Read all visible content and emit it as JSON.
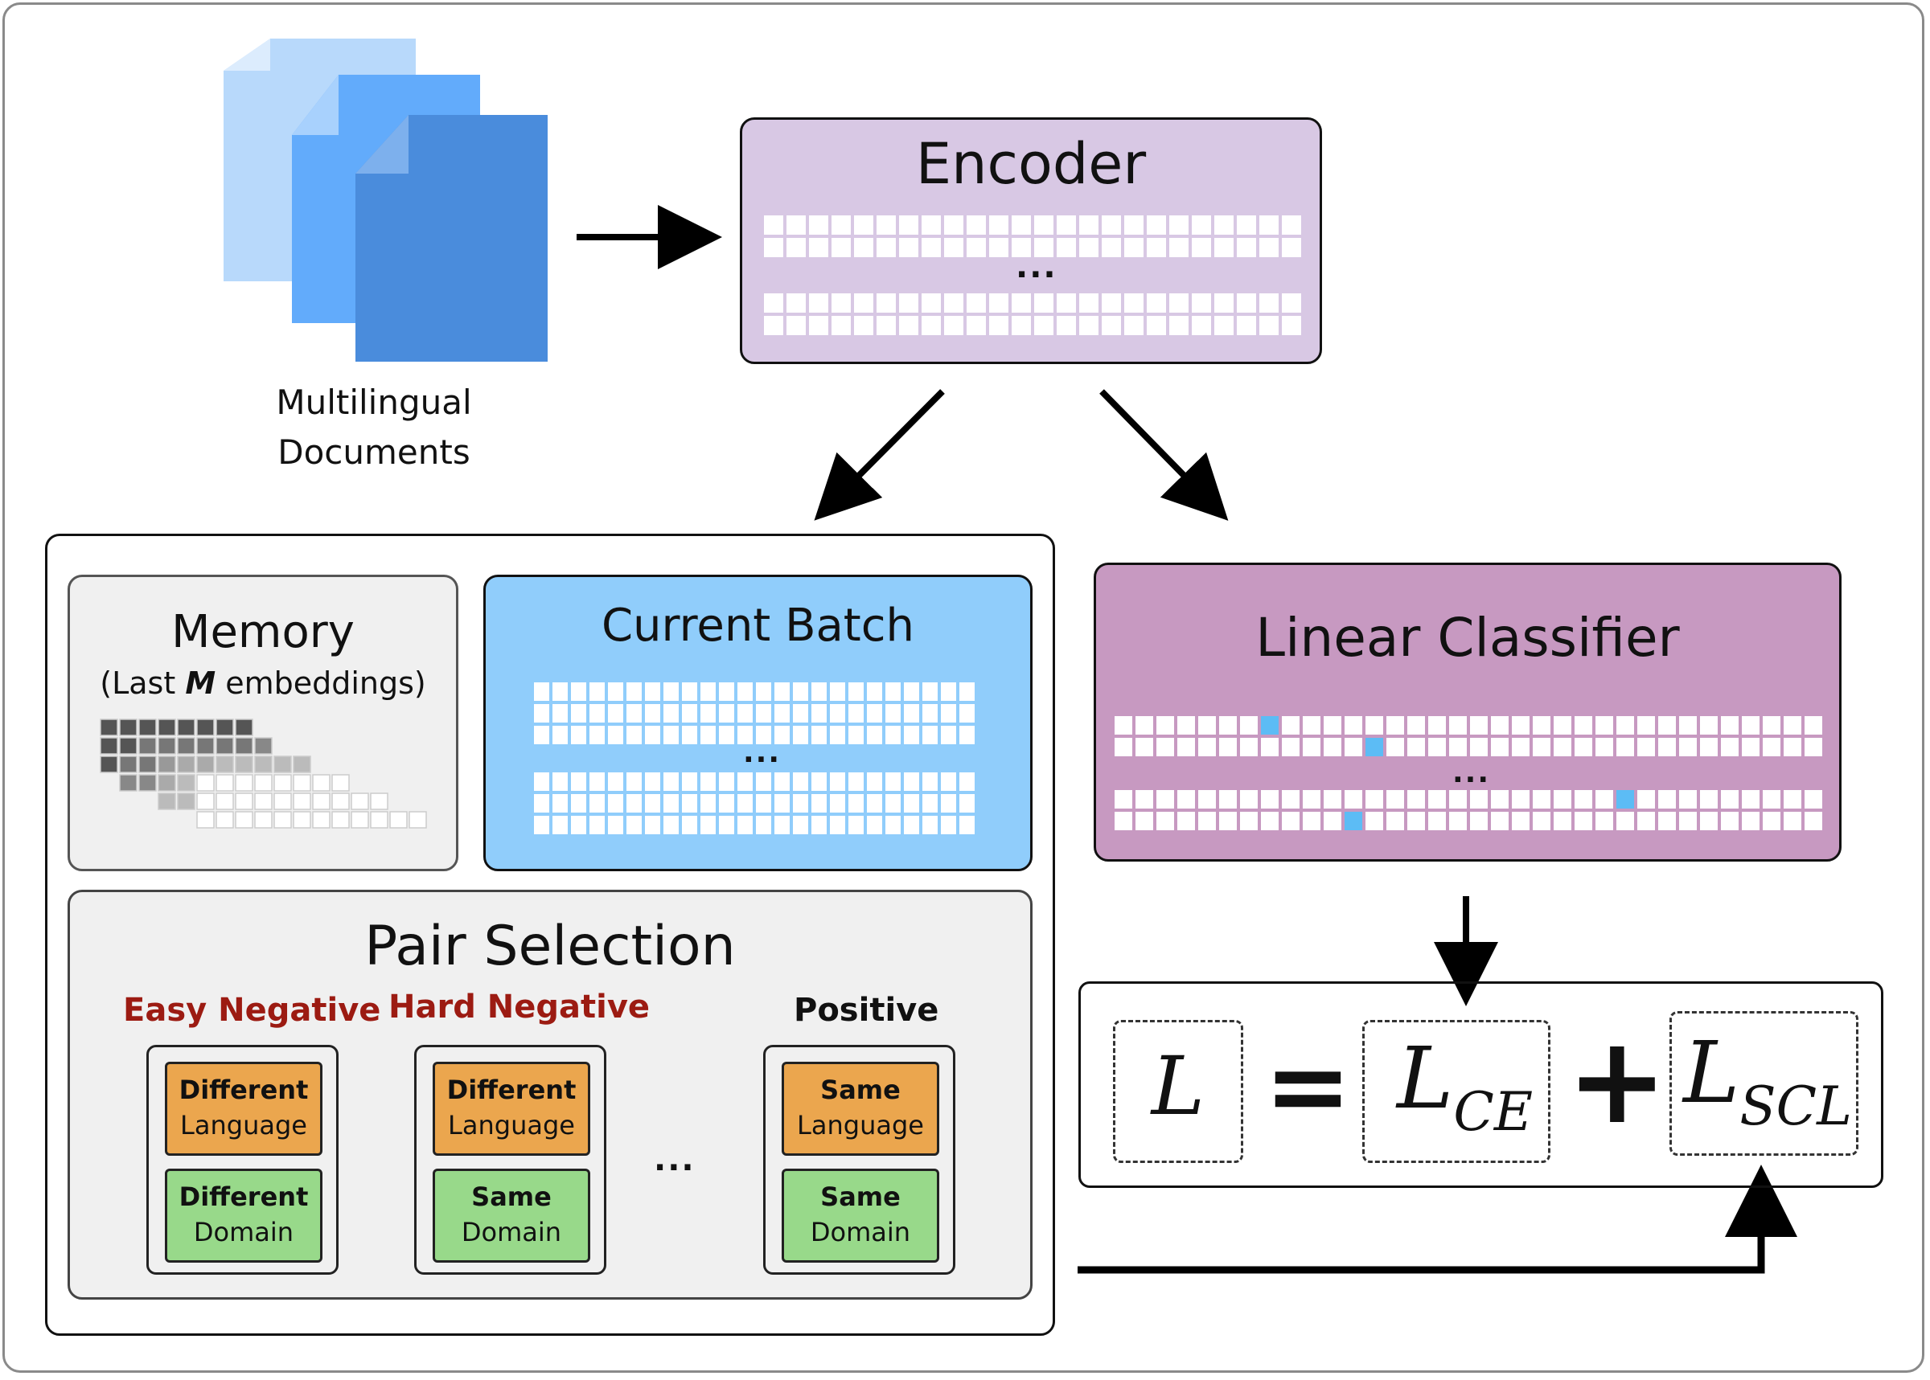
{
  "documents": {
    "label_line1": "Multilingual",
    "label_line2": "Documents",
    "colors": [
      "#b8d9fb",
      "#62abfb",
      "#4a8cdc"
    ]
  },
  "encoder": {
    "title": "Encoder",
    "ellipsis": "...",
    "fill": "#d8c8e4"
  },
  "memory": {
    "title": "Memory",
    "subtitle_prefix": "(Last ",
    "subtitle_var": "M",
    "subtitle_suffix": " embeddings)",
    "fill": "#f0f0f0"
  },
  "current_batch": {
    "title": "Current Batch",
    "ellipsis": "...",
    "fill": "#90cdfb"
  },
  "linear_classifier": {
    "title": "Linear Classifier",
    "ellipsis": "...",
    "fill": "#c799c1",
    "highlight": "#5cbcf5"
  },
  "pair_selection": {
    "title": "Pair Selection",
    "easy_negative": "Easy Negative",
    "hard_negative": "Hard Negative",
    "positive": "Positive",
    "ellipsis": "...",
    "negative_color": "#9c1b12",
    "language_fill": "#eba64e",
    "domain_fill": "#98d98a",
    "columns": [
      {
        "language_top": "Different",
        "language_bottom": "Language",
        "domain_top": "Different",
        "domain_bottom": "Domain"
      },
      {
        "language_top": "Different",
        "language_bottom": "Language",
        "domain_top": "Same",
        "domain_bottom": "Domain"
      },
      {
        "language_top": "Same",
        "language_bottom": "Language",
        "domain_top": "Same",
        "domain_bottom": "Domain"
      }
    ]
  },
  "loss": {
    "L": "L",
    "equals": "=",
    "plus": "+",
    "ce_sub": "CE",
    "scl_sub": "SCL"
  }
}
